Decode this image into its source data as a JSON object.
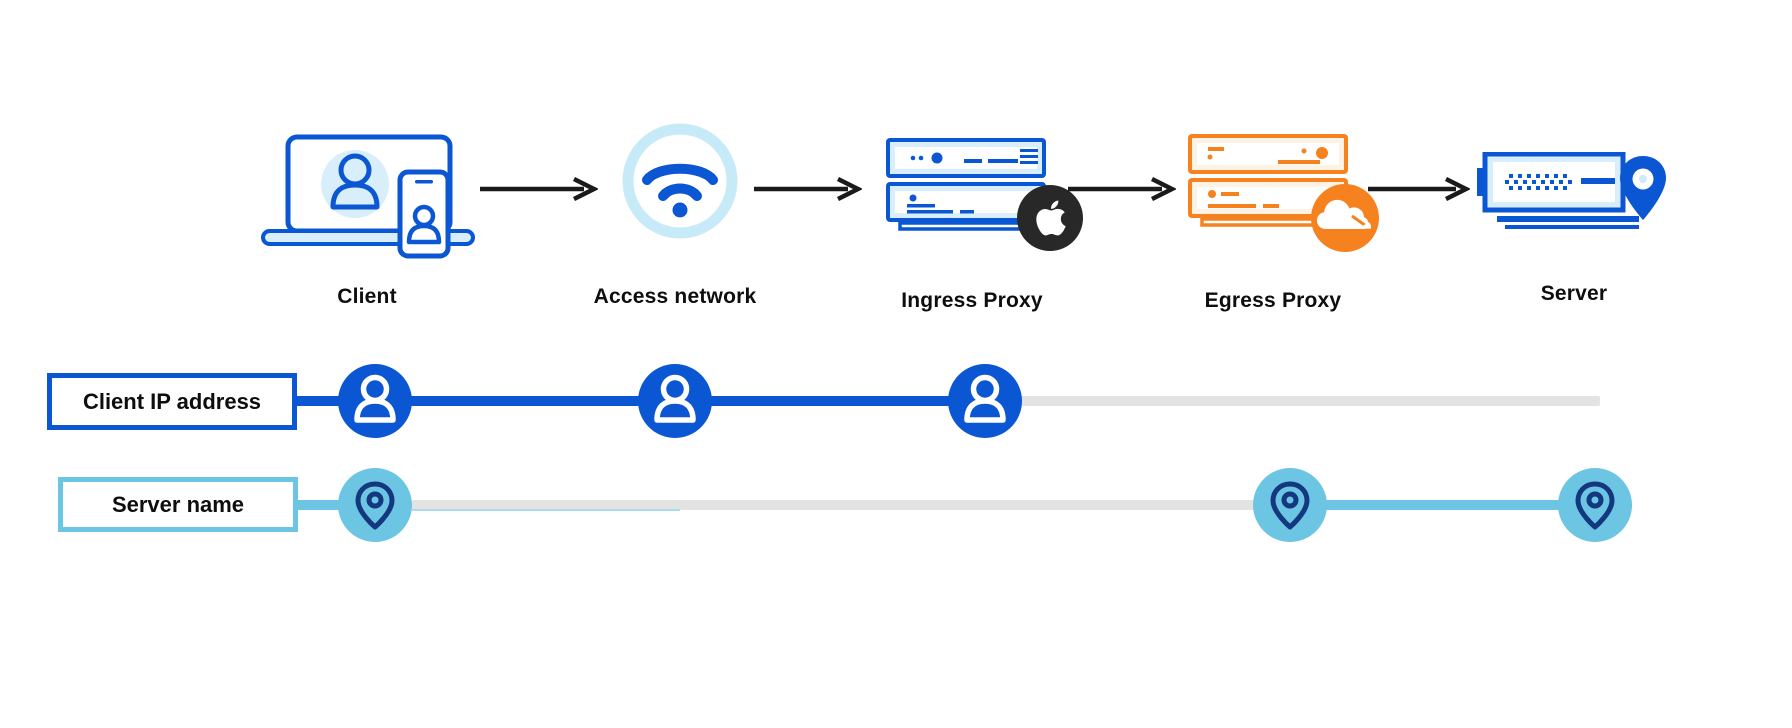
{
  "stages": [
    {
      "label": "Client",
      "icon": "laptop-phone-user-icon"
    },
    {
      "label": "Access network",
      "icon": "wifi-icon"
    },
    {
      "label": "Ingress Proxy",
      "icon": "server-stack-icon",
      "badge": "apple-logo-icon"
    },
    {
      "label": "Egress Proxy",
      "icon": "server-stack-icon",
      "badge": "cloudflare-logo-icon"
    },
    {
      "label": "Server",
      "icon": "server-location-icon"
    }
  ],
  "connectors": {
    "count": 4,
    "style": "black-right-arrow"
  },
  "tracks": [
    {
      "label": "Client IP address",
      "marker_icon": "user-icon",
      "active_color": "#0b56d3",
      "inactive_color": "#e3e3e3",
      "markers_at_stages": [
        "Client",
        "Access network",
        "Ingress Proxy"
      ]
    },
    {
      "label": "Server name",
      "marker_icon": "location-pin-icon",
      "active_color": "#6cc5e2",
      "inactive_color": "#e3e3e3",
      "markers_at_stages": [
        "Client",
        "Egress Proxy",
        "Server"
      ]
    }
  ],
  "colors": {
    "blue": "#0b56d3",
    "sky": "#6cc5e2",
    "pale_sky": "#d9eefb",
    "wifi_ring": "#c7eaf8",
    "orange": "#f6821f",
    "pale_orange": "#fdf3e4",
    "navy": "#14387f",
    "gray": "#e3e3e3",
    "black": "#1a1a1a",
    "apple_black": "#282828"
  }
}
